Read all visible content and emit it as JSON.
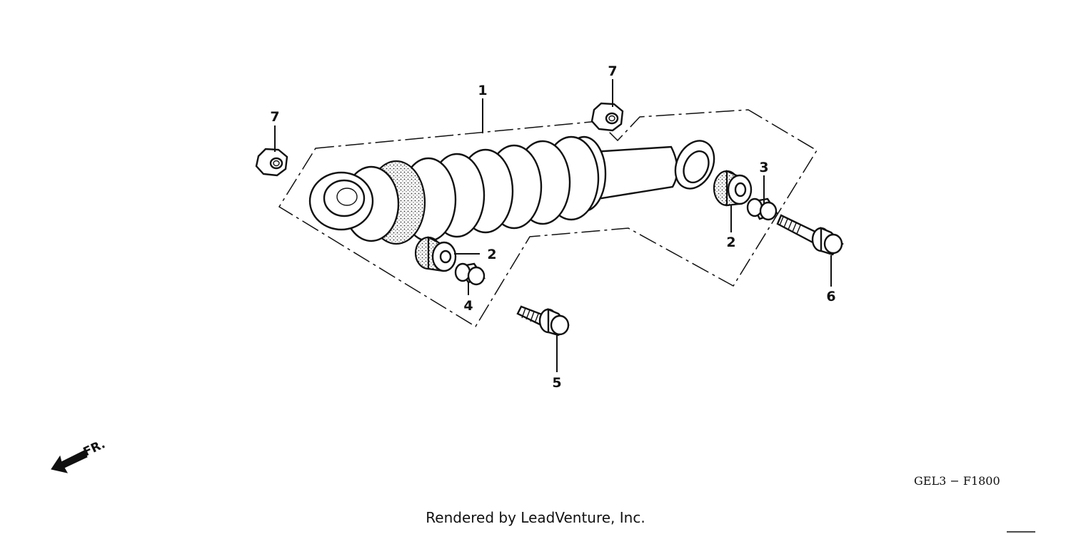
{
  "diagram": {
    "callouts": [
      "1",
      "2",
      "2",
      "3",
      "4",
      "5",
      "6",
      "7",
      "7"
    ],
    "direction_label": "FR.",
    "diagram_code": "GEL3 − F1800"
  },
  "footer": {
    "rendered_by": "Rendered by LeadVenture, Inc."
  },
  "icons": {
    "direction": "front-direction-arrow-icon"
  }
}
